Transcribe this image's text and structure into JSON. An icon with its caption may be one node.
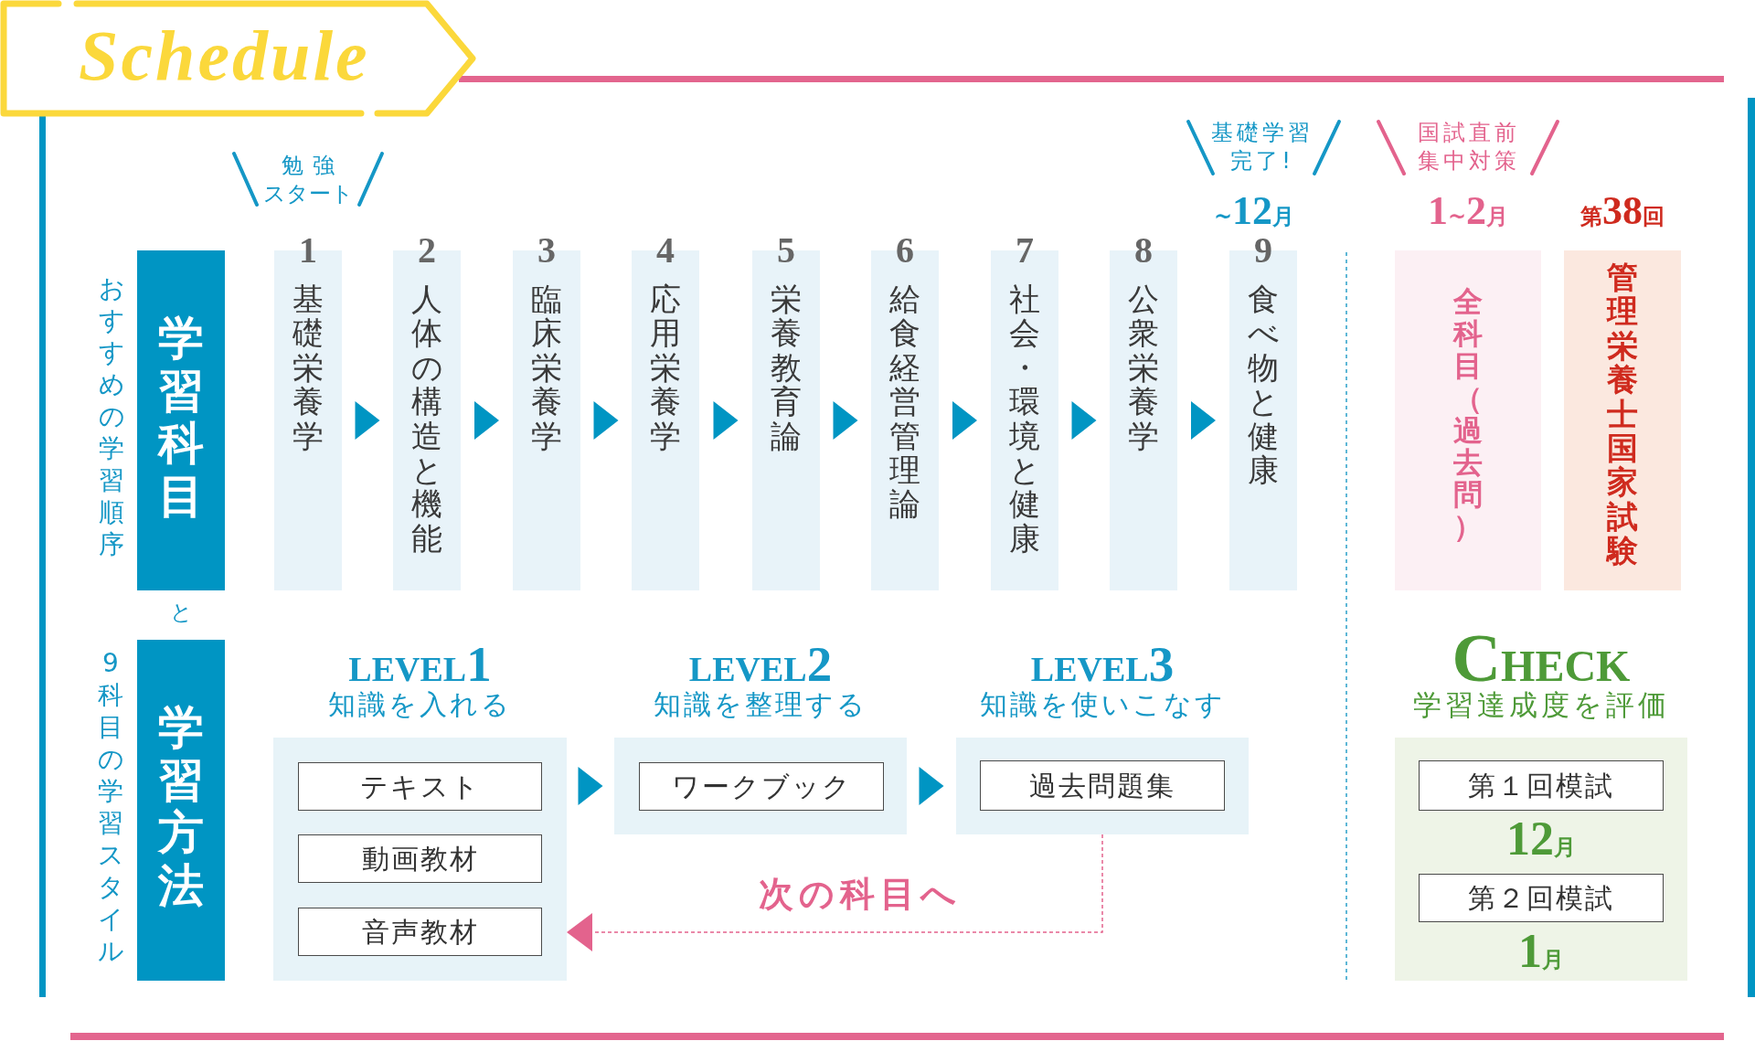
{
  "diagram": {
    "title": "Schedule",
    "nodes": [
      {
        "text": [
          "学習科目"
        ],
        "beside": [
          "おすすめの学習順序"
        ]
      },
      {
        "text": [
          "1",
          "基礎栄養学"
        ],
        "beside": [
          "勉強スタート"
        ]
      },
      {
        "text": [
          "2",
          "人体の構造と機能"
        ]
      },
      {
        "text": [
          "3",
          "臨床栄養学"
        ]
      },
      {
        "text": [
          "4",
          "応用栄養学"
        ]
      },
      {
        "text": [
          "5",
          "栄養教育論"
        ]
      },
      {
        "text": [
          "6",
          "給食経営管理論"
        ]
      },
      {
        "text": [
          "7",
          "社会・環境と健康"
        ]
      },
      {
        "text": [
          "8",
          "公衆栄養学"
        ]
      },
      {
        "text": [
          "9",
          "食べ物と健康"
        ],
        "beside": [
          "基礎学習完了!",
          "~12月"
        ]
      },
      {
        "text": [
          "全科目（過去問）"
        ],
        "beside": [
          "国試直前集中対策",
          "1~2月"
        ]
      },
      {
        "text": [
          "管理栄養士国家試験"
        ],
        "beside": [
          "第38回"
        ]
      },
      {
        "text": [
          "学習方法"
        ],
        "beside": [
          "9科目の学習スタイル"
        ]
      },
      {
        "text": [
          "LEVEL1",
          "知識を入れる"
        ]
      },
      {
        "text": [
          "テキスト"
        ],
        "in": 13
      },
      {
        "text": [
          "動画教材"
        ],
        "in": 13
      },
      {
        "text": [
          "音声教材"
        ],
        "in": 13
      },
      {
        "text": [
          "LEVEL2",
          "知識を整理する"
        ]
      },
      {
        "text": [
          "ワークブック"
        ],
        "in": 17
      },
      {
        "text": [
          "LEVEL3",
          "知識を使いこなす"
        ]
      },
      {
        "text": [
          "過去問題集"
        ],
        "in": 19
      },
      {
        "text": [
          "CHECK",
          "学習達成度を評価"
        ]
      },
      {
        "text": [
          "第１回模試"
        ],
        "in": 21,
        "beside": [
          "12月"
        ]
      },
      {
        "text": [
          "第２回模試"
        ],
        "in": 21,
        "beside": [
          "1月"
        ]
      }
    ],
    "edges": [
      {
        "from": 1,
        "to": 2,
        "arrow": "to"
      },
      {
        "from": 2,
        "to": 3,
        "arrow": "to"
      },
      {
        "from": 3,
        "to": 4,
        "arrow": "to"
      },
      {
        "from": 4,
        "to": 5,
        "arrow": "to"
      },
      {
        "from": 5,
        "to": 6,
        "arrow": "to"
      },
      {
        "from": 6,
        "to": 7,
        "arrow": "to"
      },
      {
        "from": 7,
        "to": 8,
        "arrow": "to"
      },
      {
        "from": 8,
        "to": 9,
        "arrow": "to"
      },
      {
        "from": 13,
        "to": 17,
        "arrow": "to"
      },
      {
        "from": 17,
        "to": 19,
        "arrow": "to"
      },
      {
        "from": 19,
        "to": 13,
        "arrow": "to",
        "label": "次の科目へ",
        "style": "dashed",
        "color": "#e3638d"
      }
    ],
    "labels": [
      "と"
    ]
  }
}
